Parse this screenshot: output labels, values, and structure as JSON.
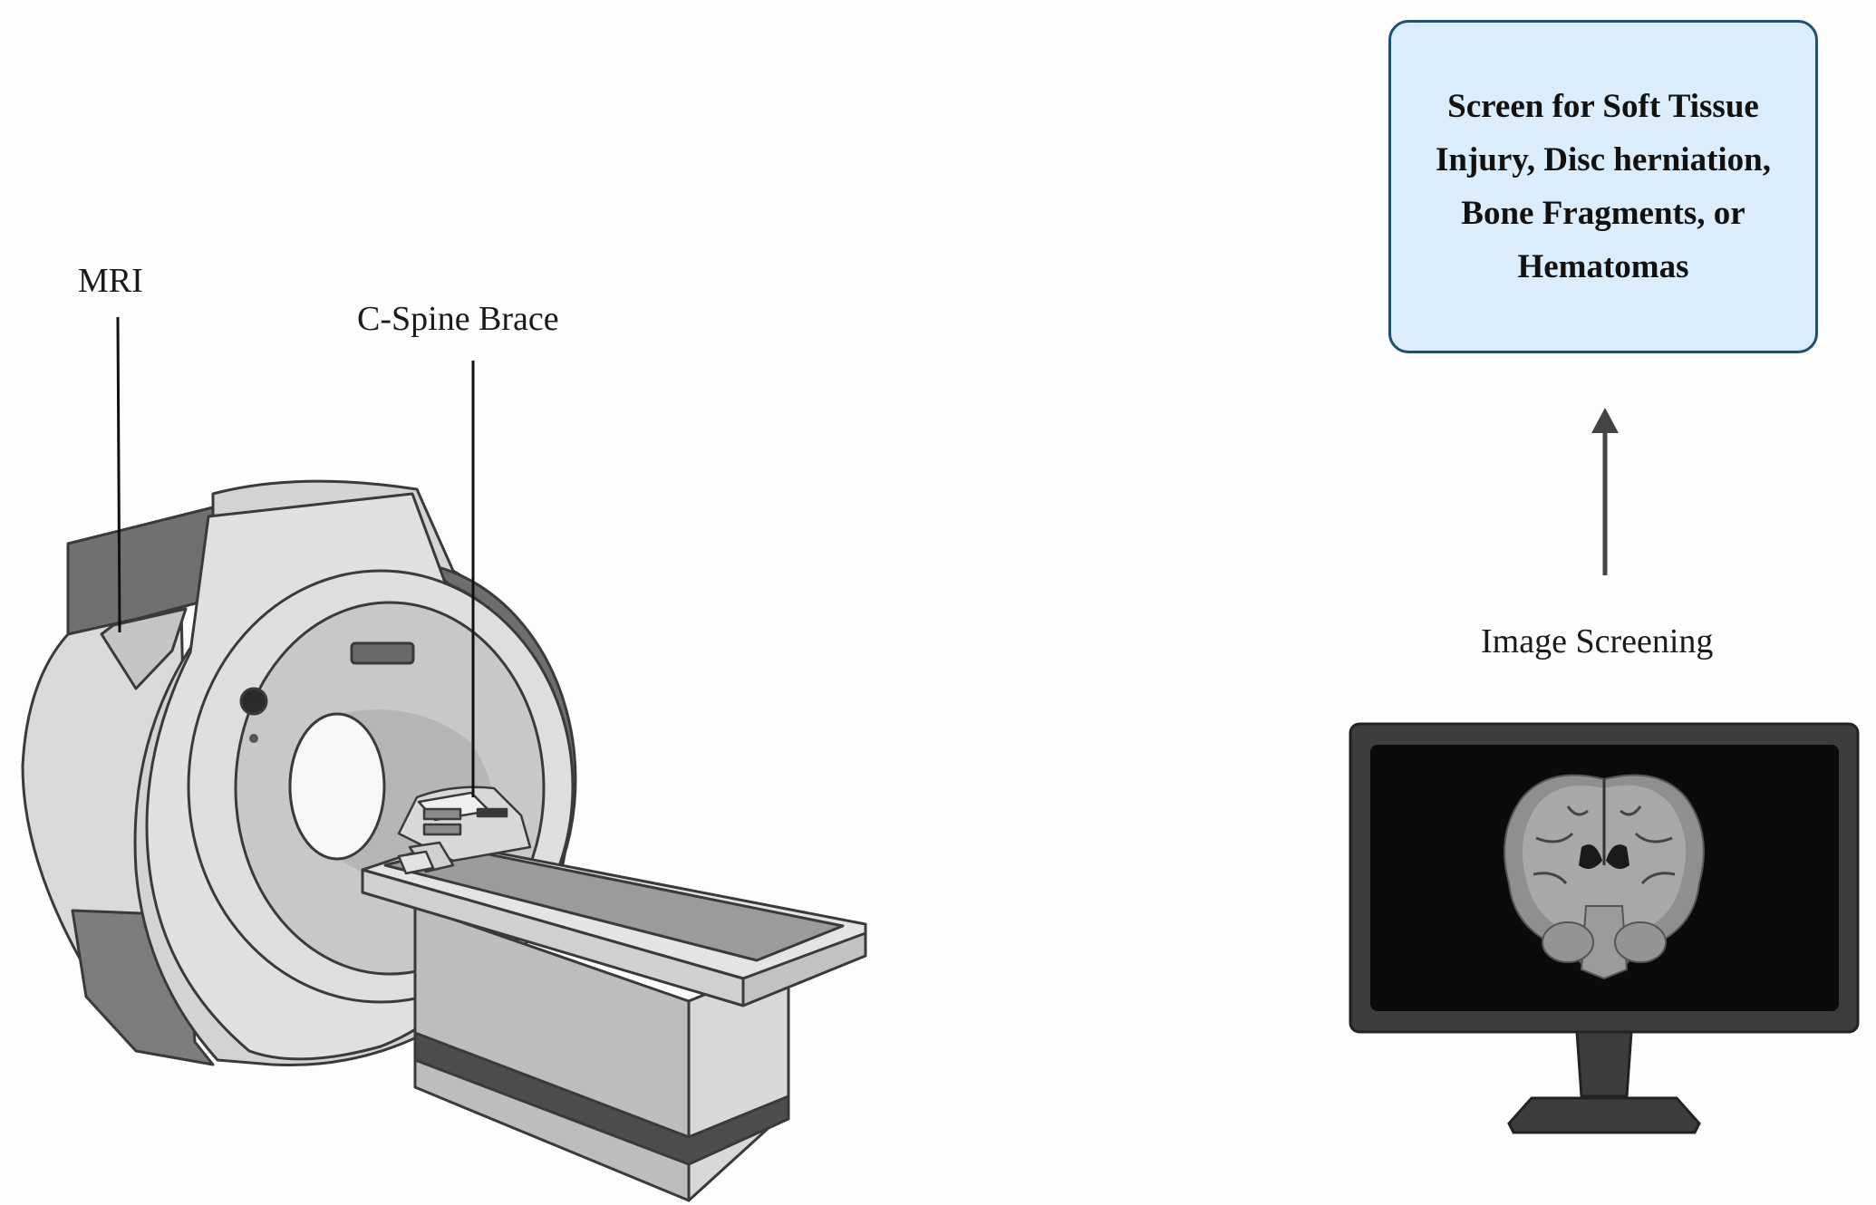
{
  "labels": {
    "mri": "MRI",
    "c_spine_brace": "C-Spine Brace",
    "image_screening": "Image Screening"
  },
  "result_box": {
    "text": "Screen for Soft Tissue Injury, Disc herniation, Bone Fragments, or Hematomas"
  },
  "colors": {
    "box_fill": "#dbedfa",
    "box_border": "#1e4f77",
    "arrow": "#444444",
    "machine_light": "#d6d6d6",
    "machine_dark": "#6a6a6a",
    "monitor_frame": "#3a3a3a",
    "monitor_screen": "#0b0b0b"
  },
  "icons": [
    "mri-scanner-illustration",
    "cervical-brace-illustration",
    "monitor-icon",
    "brain-scan-image",
    "up-arrow-icon"
  ]
}
